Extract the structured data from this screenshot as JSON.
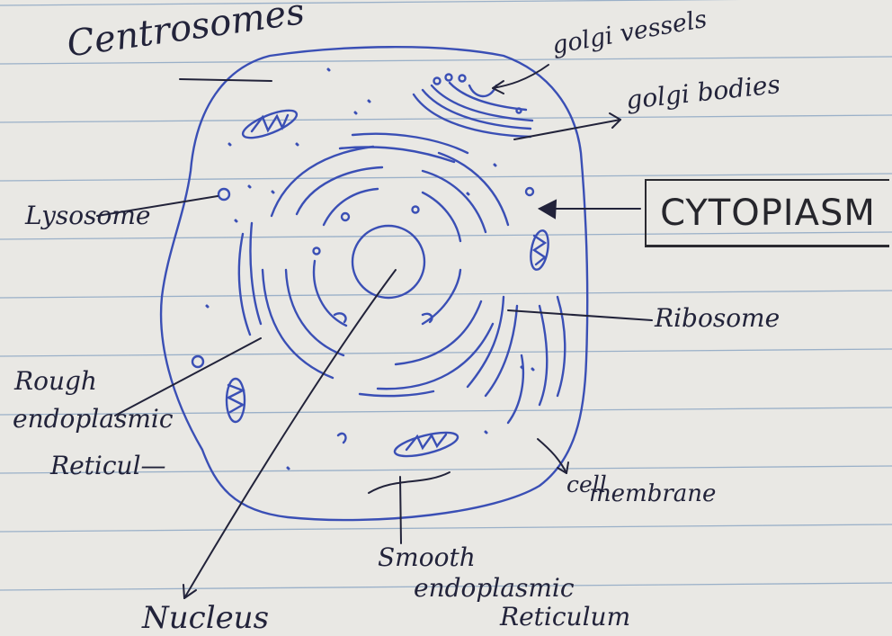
{
  "paper": {
    "rule_color": "#9ab0c8",
    "ink_color": "#3a4fb5",
    "pencil_color": "#22233a"
  },
  "labels": {
    "centrosome": "Centrosomes",
    "golgi_vessels": "golgi vessels",
    "golgi_bodies": "golgi bodies",
    "cytoplasm": "CYTOPIASM",
    "lysosome": "Lysosome",
    "ribosome": "Ribosome",
    "rough_er_line1": "Rough",
    "rough_er_line2": "endoplasmic",
    "rough_er_line3": "Reticul—",
    "cell_membrane_line1": "cell",
    "cell_membrane_line2": "membrane",
    "smooth_er_line1": "Smooth",
    "smooth_er_line2": "endoplasmic",
    "smooth_er_line3": "Reticulum",
    "nucleus": "Nucleus"
  }
}
